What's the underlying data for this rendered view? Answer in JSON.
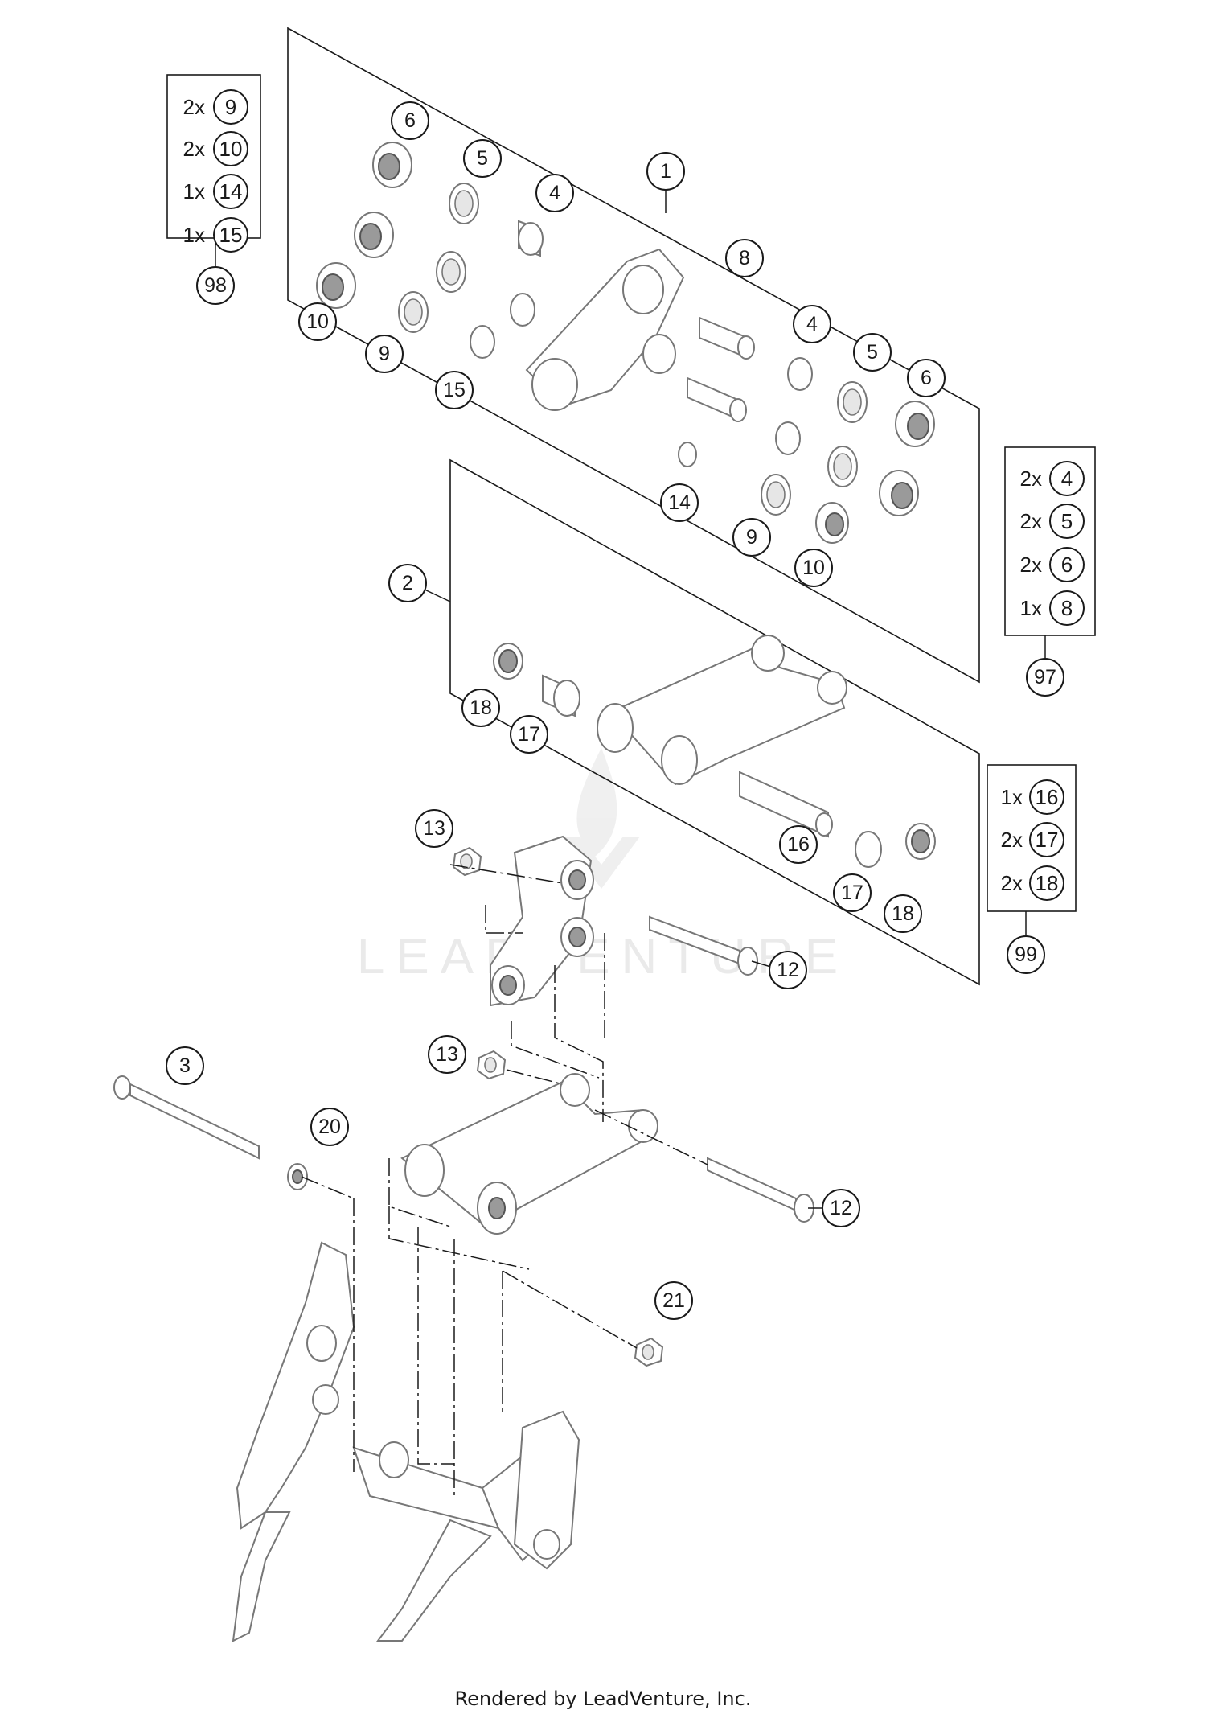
{
  "watermark": "LEADVENTURE",
  "footer": "Rendered by LeadVenture, Inc.",
  "callouts": [
    "1",
    "2",
    "3",
    "4",
    "5",
    "6",
    "8",
    "9",
    "10",
    "12",
    "13",
    "14",
    "15",
    "16",
    "17",
    "18",
    "20",
    "21"
  ],
  "kits": {
    "kit98": {
      "ref": "98",
      "rows": [
        {
          "qty": "2x",
          "part": "9"
        },
        {
          "qty": "2x",
          "part": "10"
        },
        {
          "qty": "1x",
          "part": "14"
        },
        {
          "qty": "1x",
          "part": "15"
        }
      ]
    },
    "kit97": {
      "ref": "97",
      "rows": [
        {
          "qty": "2x",
          "part": "4"
        },
        {
          "qty": "2x",
          "part": "5"
        },
        {
          "qty": "2x",
          "part": "6"
        },
        {
          "qty": "1x",
          "part": "8"
        }
      ]
    },
    "kit99": {
      "ref": "99",
      "rows": [
        {
          "qty": "1x",
          "part": "16"
        },
        {
          "qty": "2x",
          "part": "17"
        },
        {
          "qty": "2x",
          "part": "18"
        }
      ]
    }
  }
}
